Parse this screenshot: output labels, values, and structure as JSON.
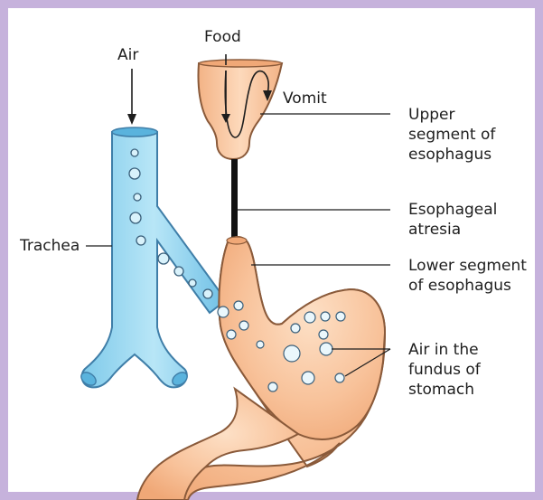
{
  "labels": {
    "food": "Food",
    "air": "Air",
    "vomit": "Vomit",
    "trachea": "Trachea",
    "upper_segment": "Upper\nsegment of\nesophagus",
    "esophageal_atresia": "Esophageal\natresia",
    "lower_segment": "Lower segment\nof esophagus",
    "air_in_fundus": "Air in the\nfundus of\nstomach"
  },
  "colors": {
    "frame": "#c6b2dc",
    "trachea_fill": "#8fd6f1",
    "trachea_stroke": "#3f7ea8",
    "esophagus_fill": "#f7c197",
    "esophagus_stroke": "#8a5a3a",
    "atresia_cord": "#111111"
  }
}
